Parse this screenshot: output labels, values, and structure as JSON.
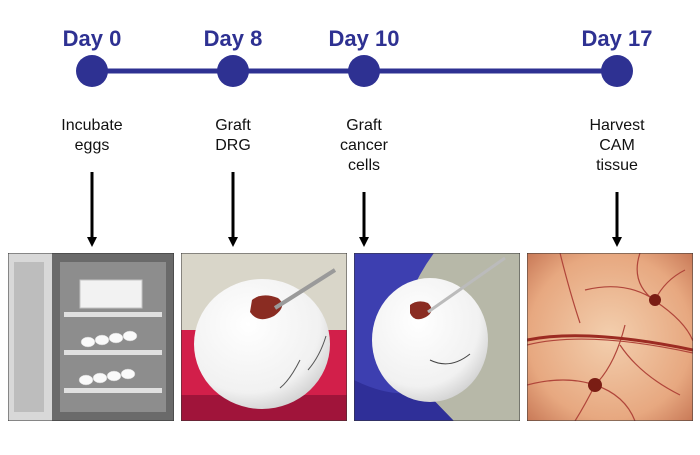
{
  "colors": {
    "timeline": "#2e3192",
    "text": "#111111",
    "arrow": "#000000"
  },
  "timeline": {
    "stages": [
      {
        "day": "Day 0",
        "lines": [
          "Incubate",
          "eggs"
        ],
        "photo": "incubator"
      },
      {
        "day": "Day 8",
        "lines": [
          "Graft",
          "DRG"
        ],
        "photo": "egg-dorsal-root-ganglion-graft"
      },
      {
        "day": "Day 10",
        "lines": [
          "Graft",
          "cancer",
          "cells"
        ],
        "photo": "egg-cancer-cell-graft"
      },
      {
        "day": "Day 17",
        "lines": [
          "Harvest",
          "CAM",
          "tissue"
        ],
        "photo": "chorioallantoic-membrane-vessels"
      }
    ]
  }
}
